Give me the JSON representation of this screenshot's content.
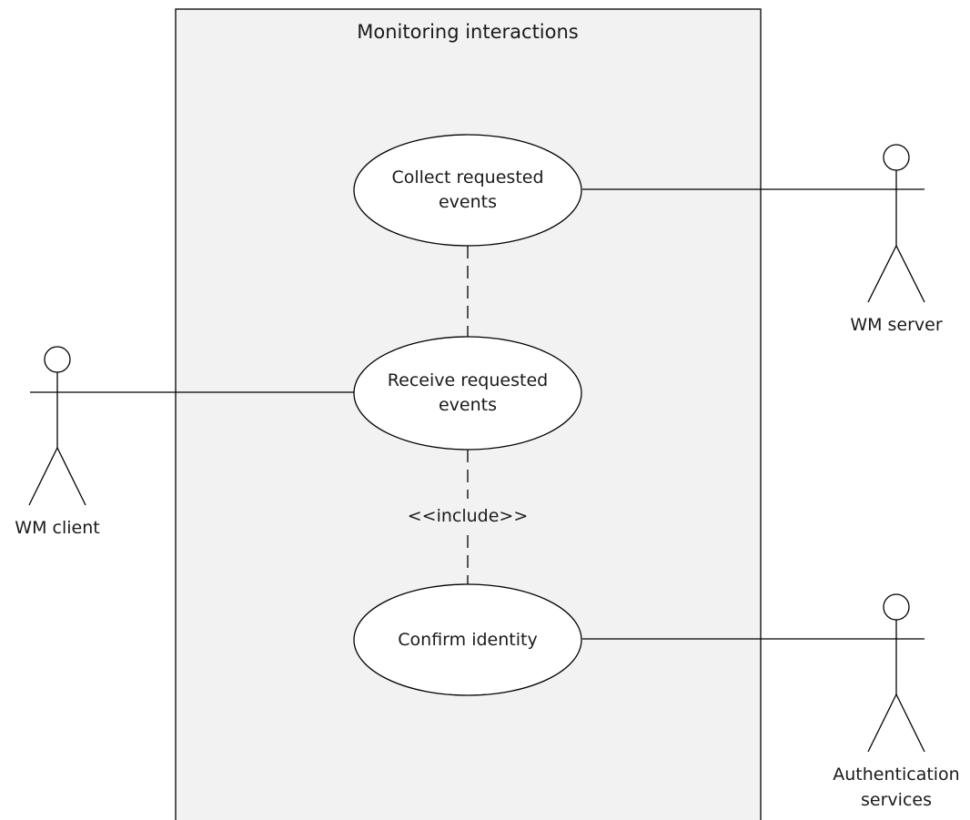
{
  "system": {
    "title": "Monitoring interactions"
  },
  "use_cases": {
    "collect": {
      "line1": "Collect requested",
      "line2": "events"
    },
    "receive": {
      "line1": "Receive requested",
      "line2": "events"
    },
    "confirm": {
      "line1": "Confirm identity"
    }
  },
  "relations": {
    "include_label": "<<include>>"
  },
  "actors": {
    "wm_server": {
      "line1": "WM server"
    },
    "wm_client": {
      "line1": "WM client"
    },
    "auth": {
      "line1": "Authentication",
      "line2": "services"
    }
  }
}
